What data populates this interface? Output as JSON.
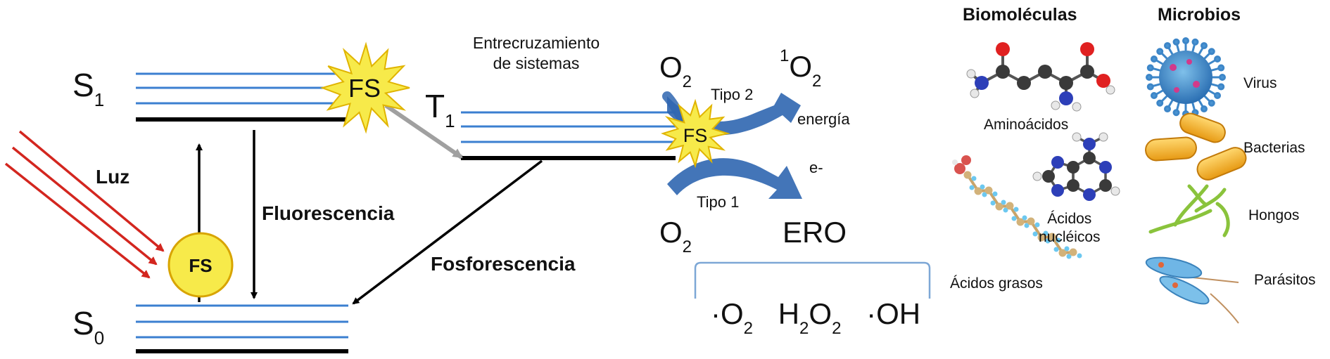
{
  "states": {
    "s1": {
      "letter": "S",
      "sub": "1"
    },
    "t1": {
      "letter": "T",
      "sub": "1"
    },
    "s0": {
      "letter": "S",
      "sub": "0"
    }
  },
  "photosensitizer": "FS",
  "labels": {
    "light": "Luz",
    "fluorescence": "Fluorescencia",
    "phosphorescence": "Fosforescencia",
    "isc_line1": "Entrecruzamiento",
    "isc_line2": "de sistemas",
    "type2": "Tipo 2",
    "type1": "Tipo 1",
    "energy": "energía",
    "electron": "e-"
  },
  "molecules": {
    "o2": {
      "letter": "O",
      "sub": "2"
    },
    "singlet_o2": {
      "sup": "1",
      "letter": "O",
      "sub": "2"
    },
    "ros": "ERO",
    "ros_species": {
      "superoxide": {
        "prefix": "·O",
        "sub": "2"
      },
      "peroxide": {
        "a": "H",
        "a_sub": "2",
        "b": "O",
        "b_sub": "2"
      },
      "hydroxyl": "·OH"
    }
  },
  "biomolecules": {
    "title": "Biomoléculas",
    "items": [
      "Aminoácidos",
      "Ácidos grasos",
      "Ácidos",
      "nucléicos"
    ]
  },
  "microbes": {
    "title": "Microbios",
    "items": [
      "Virus",
      "Bacterias",
      "Hongos",
      "Parásitos"
    ]
  },
  "colors": {
    "level_blue": "#3b7fd0",
    "level_black": "#000000",
    "light_red": "#d3261f",
    "fs_yellow": "#f7ea4a",
    "ros_blue": "#2f66b0",
    "isc_gray": "#a0a0a0"
  }
}
